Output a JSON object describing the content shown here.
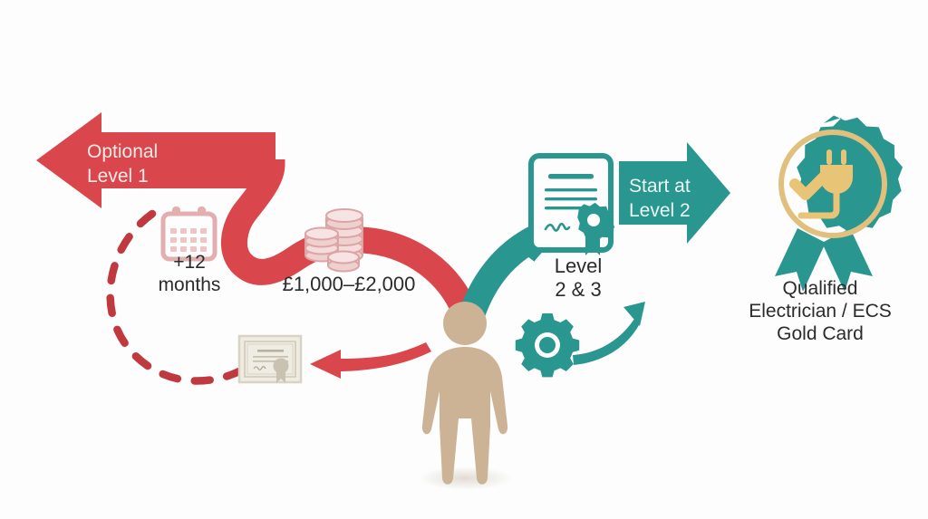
{
  "diagram": {
    "title": "Electrician qualification route",
    "background_color": "#fdfdfd",
    "colors": {
      "red": "#d9464b",
      "red_dark": "#c0393f",
      "teal": "#2a9690",
      "teal_dark": "#1f807c",
      "gold": "#e8c476",
      "skin": "#cdb396",
      "pink_icon": "#e3aeae",
      "pink_icon_light": "#f2d6d6",
      "cert_beige": "#d9d3c4",
      "text_dark": "#2b2b2b",
      "text_light": "#fbeaea"
    }
  },
  "labels": {
    "optional_level1": "Optional\nLevel 1",
    "months": "+12\nmonths",
    "cost": "£1,000–£2,000",
    "level_2_3": "Level\n2 & 3",
    "start_at_level2": "Start at\nLevel 2",
    "qualified": "Qualified\nElectrician / ECS\nGold Card"
  },
  "icons": {
    "calendar": "calendar-icon",
    "coins": "coin-stack-icon",
    "certificate_small": "certificate-small-icon",
    "certificate_teal": "certificate-teal-icon",
    "gear": "gear-icon",
    "person": "person-figure-icon",
    "rosette": "rosette-badge-icon",
    "plug": "plug-icon",
    "check": "check-icon"
  },
  "paths": {
    "red_route_label": "optional-level-1-route",
    "teal_route_label": "start-at-level-2-route",
    "dashed_loop_label": "level-1-dashed-loop",
    "red_arrow_to_cert_label": "red-arrow-to-certificate",
    "teal_arrow_big_label": "teal-arrow-to-gold-card",
    "teal_arrow_small_label": "teal-progress-arrow"
  }
}
